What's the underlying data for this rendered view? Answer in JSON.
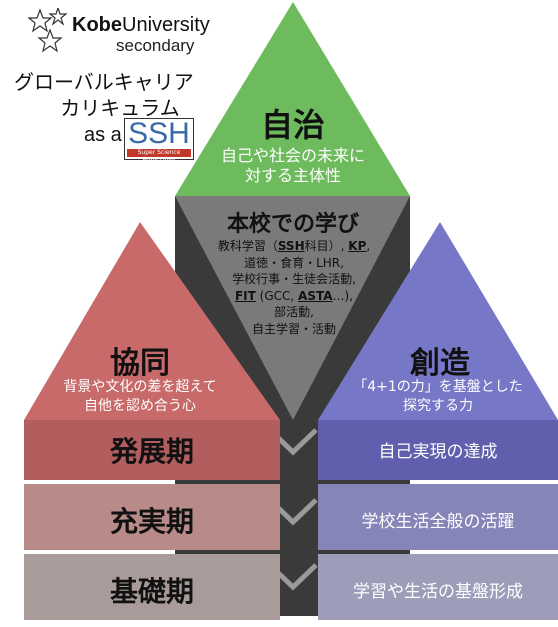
{
  "logo": {
    "brand_bold": "Kobe",
    "brand_rest": "University",
    "brand_sub": "secondary"
  },
  "caption": {
    "line1": "グローバルキャリア",
    "line2": "カリキュラム",
    "as_a": "as a",
    "ssh": "SSH",
    "ssh_sub": "Super Science Highschool"
  },
  "top": {
    "title": "自治",
    "line1": "自己や社会の未来に",
    "line2": "対する主体性",
    "color": "#6dbb5d"
  },
  "center": {
    "title": "本校での学び",
    "l1a": "教科学習（",
    "l1b": "SSH",
    "l1c": "科目）, ",
    "l1d": "KP",
    "l1e": ",",
    "l2": "道徳・食育・LHR,",
    "l3": "学校行事・生徒会活動,",
    "l4a": "FIT",
    "l4b": " (GCC, ",
    "l4c": "ASTA",
    "l4d": "…),",
    "l5": "部活動,",
    "l6": "自主学習・活動",
    "color": "#7a7a7a"
  },
  "left": {
    "title": "協同",
    "line1": "背景や文化の差を超えて",
    "line2": "自他を認め合う心",
    "color": "#c96a6a"
  },
  "right": {
    "title": "創造",
    "line1": "「4+1の力」を基盤とした",
    "line2": "探究する力",
    "color": "#7777c8"
  },
  "stages_left": [
    "発展期",
    "充実期",
    "基礎期"
  ],
  "stages_right": [
    "自己実現の達成",
    "学校生活全般の活躍",
    "学習や生活の基盤形成"
  ]
}
